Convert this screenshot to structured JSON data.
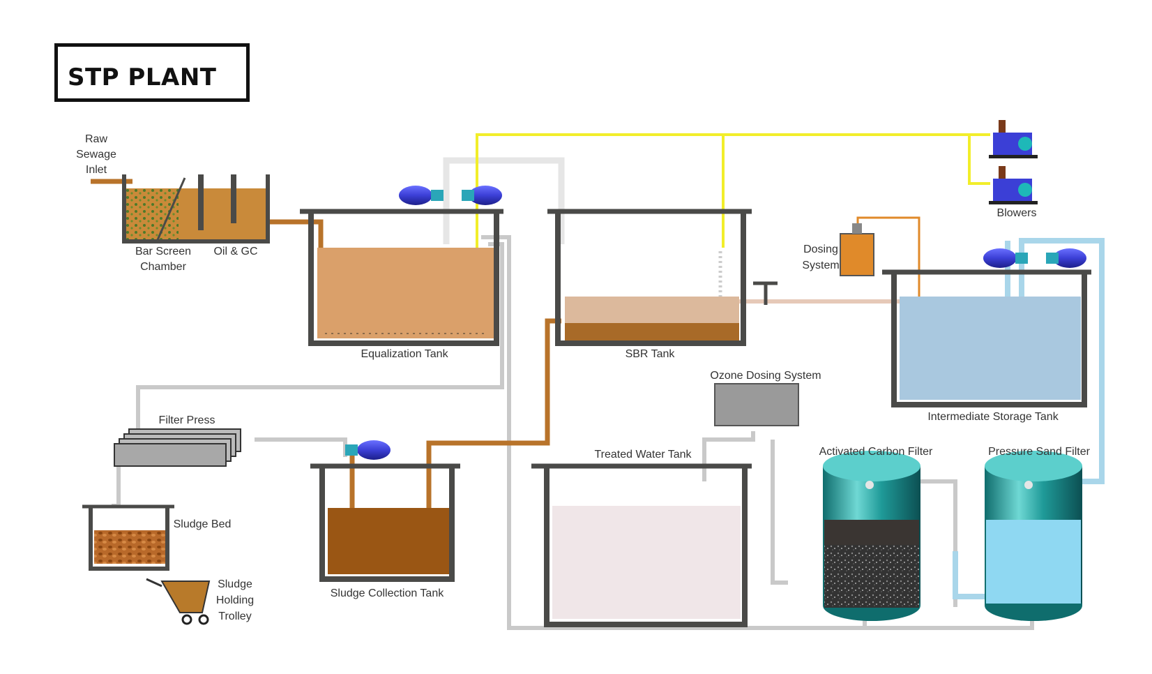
{
  "title": "STP PLANT",
  "labels": {
    "raw_sewage_inlet": [
      "Raw",
      "Sewage",
      "Inlet"
    ],
    "bar_screen": [
      "Bar Screen",
      "Chamber"
    ],
    "oil_gc": "Oil & GC",
    "equalization_tank": "Equalization Tank",
    "sbr_tank": "SBR Tank",
    "blowers": "Blowers",
    "dosing_system": [
      "Dosing",
      "System"
    ],
    "intermediate_storage_tank": "Intermediate Storage Tank",
    "ozone_dosing_system": "Ozone Dosing System",
    "filter_press": "Filter Press",
    "treated_water_tank": "Treated Water Tank",
    "activated_carbon_filter": "Activated Carbon Filter",
    "pressure_sand_filter": "Pressure Sand Filter",
    "sludge_bed": "Sludge Bed",
    "sludge_collection_tank": "Sludge Collection Tank",
    "sludge_holding_trolley": [
      "Sludge",
      "Holding",
      "Trolley"
    ]
  },
  "colors": {
    "tank_wall": "#4a4a48",
    "sewage_brown": "#b8732a",
    "sludge_brown": "#9a5614",
    "equalization_fill": "#daa06a",
    "storage_blue": "#a9c8df",
    "sand_filter_blue": "#8fd8f2",
    "air_line_yellow": "#f2ee2a",
    "pump_blue": "#3b3fd6",
    "pipe_grey": "#c8c8c8",
    "treated_water_fill": "#f0e6e8"
  }
}
